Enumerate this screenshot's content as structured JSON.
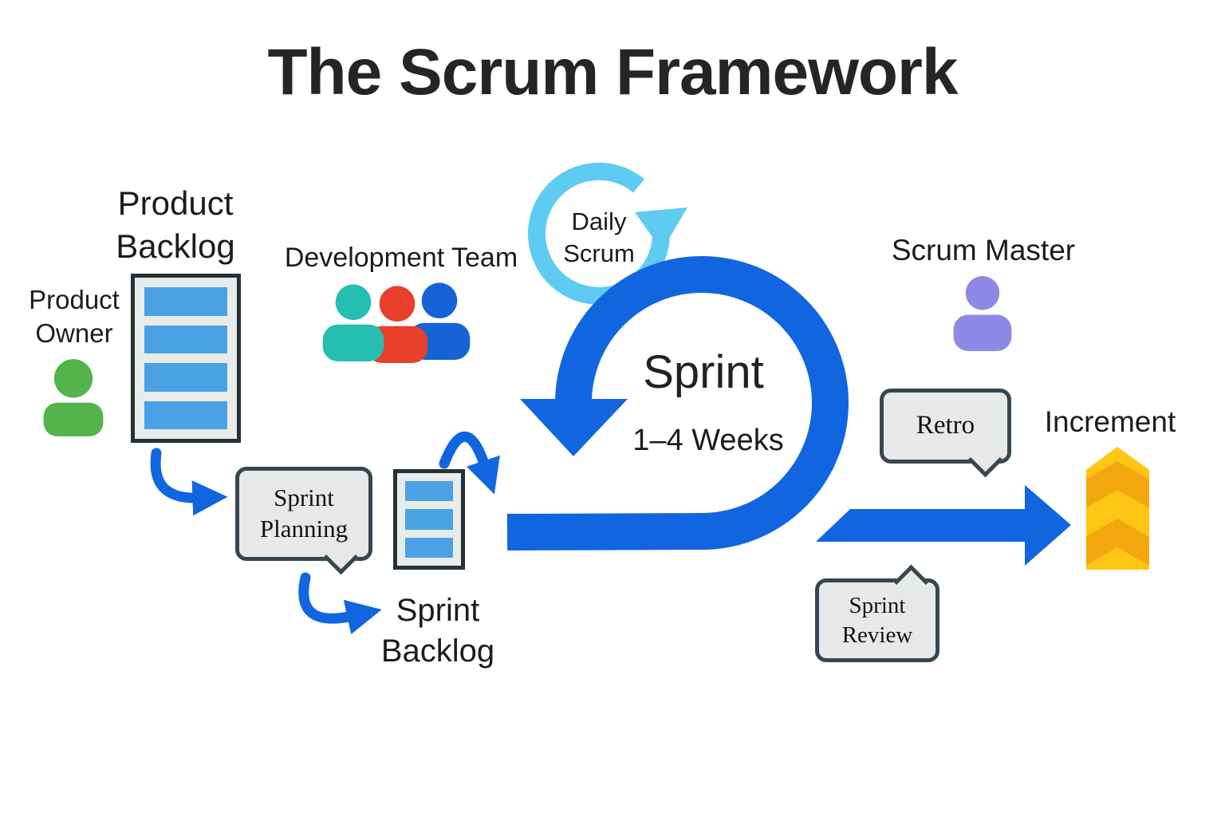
{
  "title": "The Scrum Framework",
  "colors": {
    "loop_blue": "#1166e0",
    "daily_scrum_blue": "#5fcbf3",
    "backlog_bar_blue": "#4aa2e5",
    "box_fill": "#e9ebeb",
    "box_border": "#263238",
    "bubble_fill": "#e7e9e9",
    "bubble_border": "#37474f",
    "product_owner_green": "#52b44a",
    "team_teal": "#26beb0",
    "team_red": "#e8402b",
    "team_blue": "#1563d6",
    "scrum_master_purple": "#8e88e6",
    "increment_yellow": "#ffc613",
    "increment_amber": "#f3a70e",
    "text": "#1c1c1c"
  },
  "nodes": {
    "product_owner": {
      "label": "Product Owner"
    },
    "product_backlog": {
      "label": "Product Backlog",
      "item_count": 4
    },
    "development_team": {
      "label": "Development Team"
    },
    "daily_scrum": {
      "label": "Daily Scrum"
    },
    "sprint": {
      "label": "Sprint",
      "duration": "1–4 Weeks"
    },
    "sprint_planning": {
      "label": "Sprint Planning"
    },
    "sprint_backlog": {
      "label": "Sprint Backlog",
      "item_count": 3
    },
    "sprint_review": {
      "label": "Sprint Review"
    },
    "retro": {
      "label": "Retro"
    },
    "scrum_master": {
      "label": "Scrum Master"
    },
    "increment": {
      "label": "Increment"
    }
  }
}
